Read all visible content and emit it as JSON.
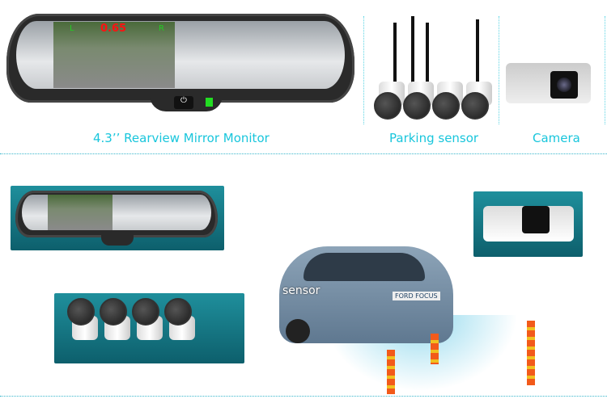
{
  "captions": {
    "mirror": "4.3’’ Rearview Mirror Monitor",
    "sensor": "Parking sensor",
    "camera": "Camera"
  },
  "screen": {
    "left": "L",
    "right": "R",
    "distance": "0.65"
  },
  "car": {
    "label": "sensor",
    "plate": "FORD FOCUS"
  },
  "colors": {
    "accent": "#19c6dc",
    "panel": "#1f8f9c"
  }
}
